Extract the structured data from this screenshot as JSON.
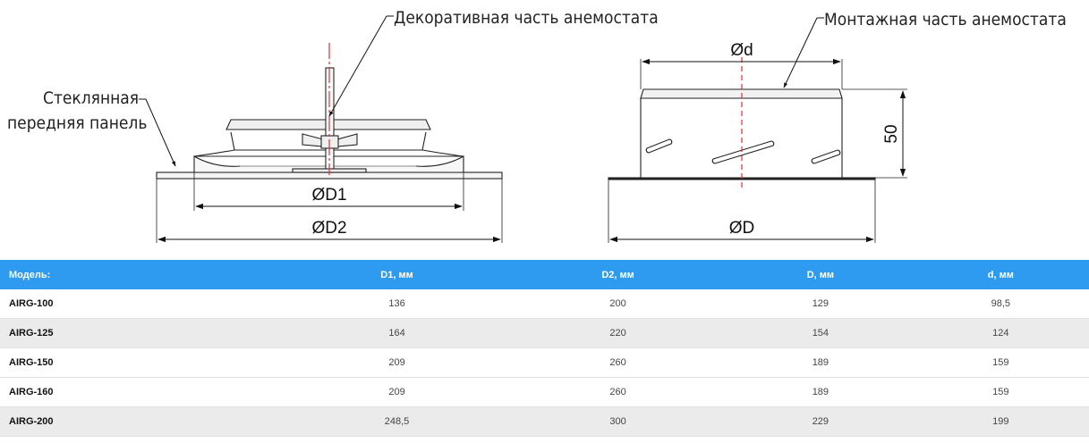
{
  "drawing": {
    "label_decorative": "Декоративная часть анемостата",
    "label_mounting": "Монтажная часть анемостата",
    "label_glass_line1": "Стеклянная",
    "label_glass_line2": "передняя панель",
    "dim_D1": "ØD1",
    "dim_D2": "ØD2",
    "dim_d": "Ød",
    "dim_D": "ØD",
    "dim_height": "50"
  },
  "table": {
    "headers": [
      "Модель:",
      "D1, мм",
      "D2, мм",
      "D, мм",
      "d, мм"
    ],
    "rows": [
      [
        "AIRG-100",
        "136",
        "200",
        "129",
        "98,5"
      ],
      [
        "AIRG-125",
        "164",
        "220",
        "154",
        "124"
      ],
      [
        "AIRG-150",
        "209",
        "260",
        "189",
        "159"
      ],
      [
        "AIRG-160",
        "209",
        "260",
        "189",
        "159"
      ],
      [
        "AIRG-200",
        "248,5",
        "300",
        "229",
        "199"
      ]
    ]
  }
}
